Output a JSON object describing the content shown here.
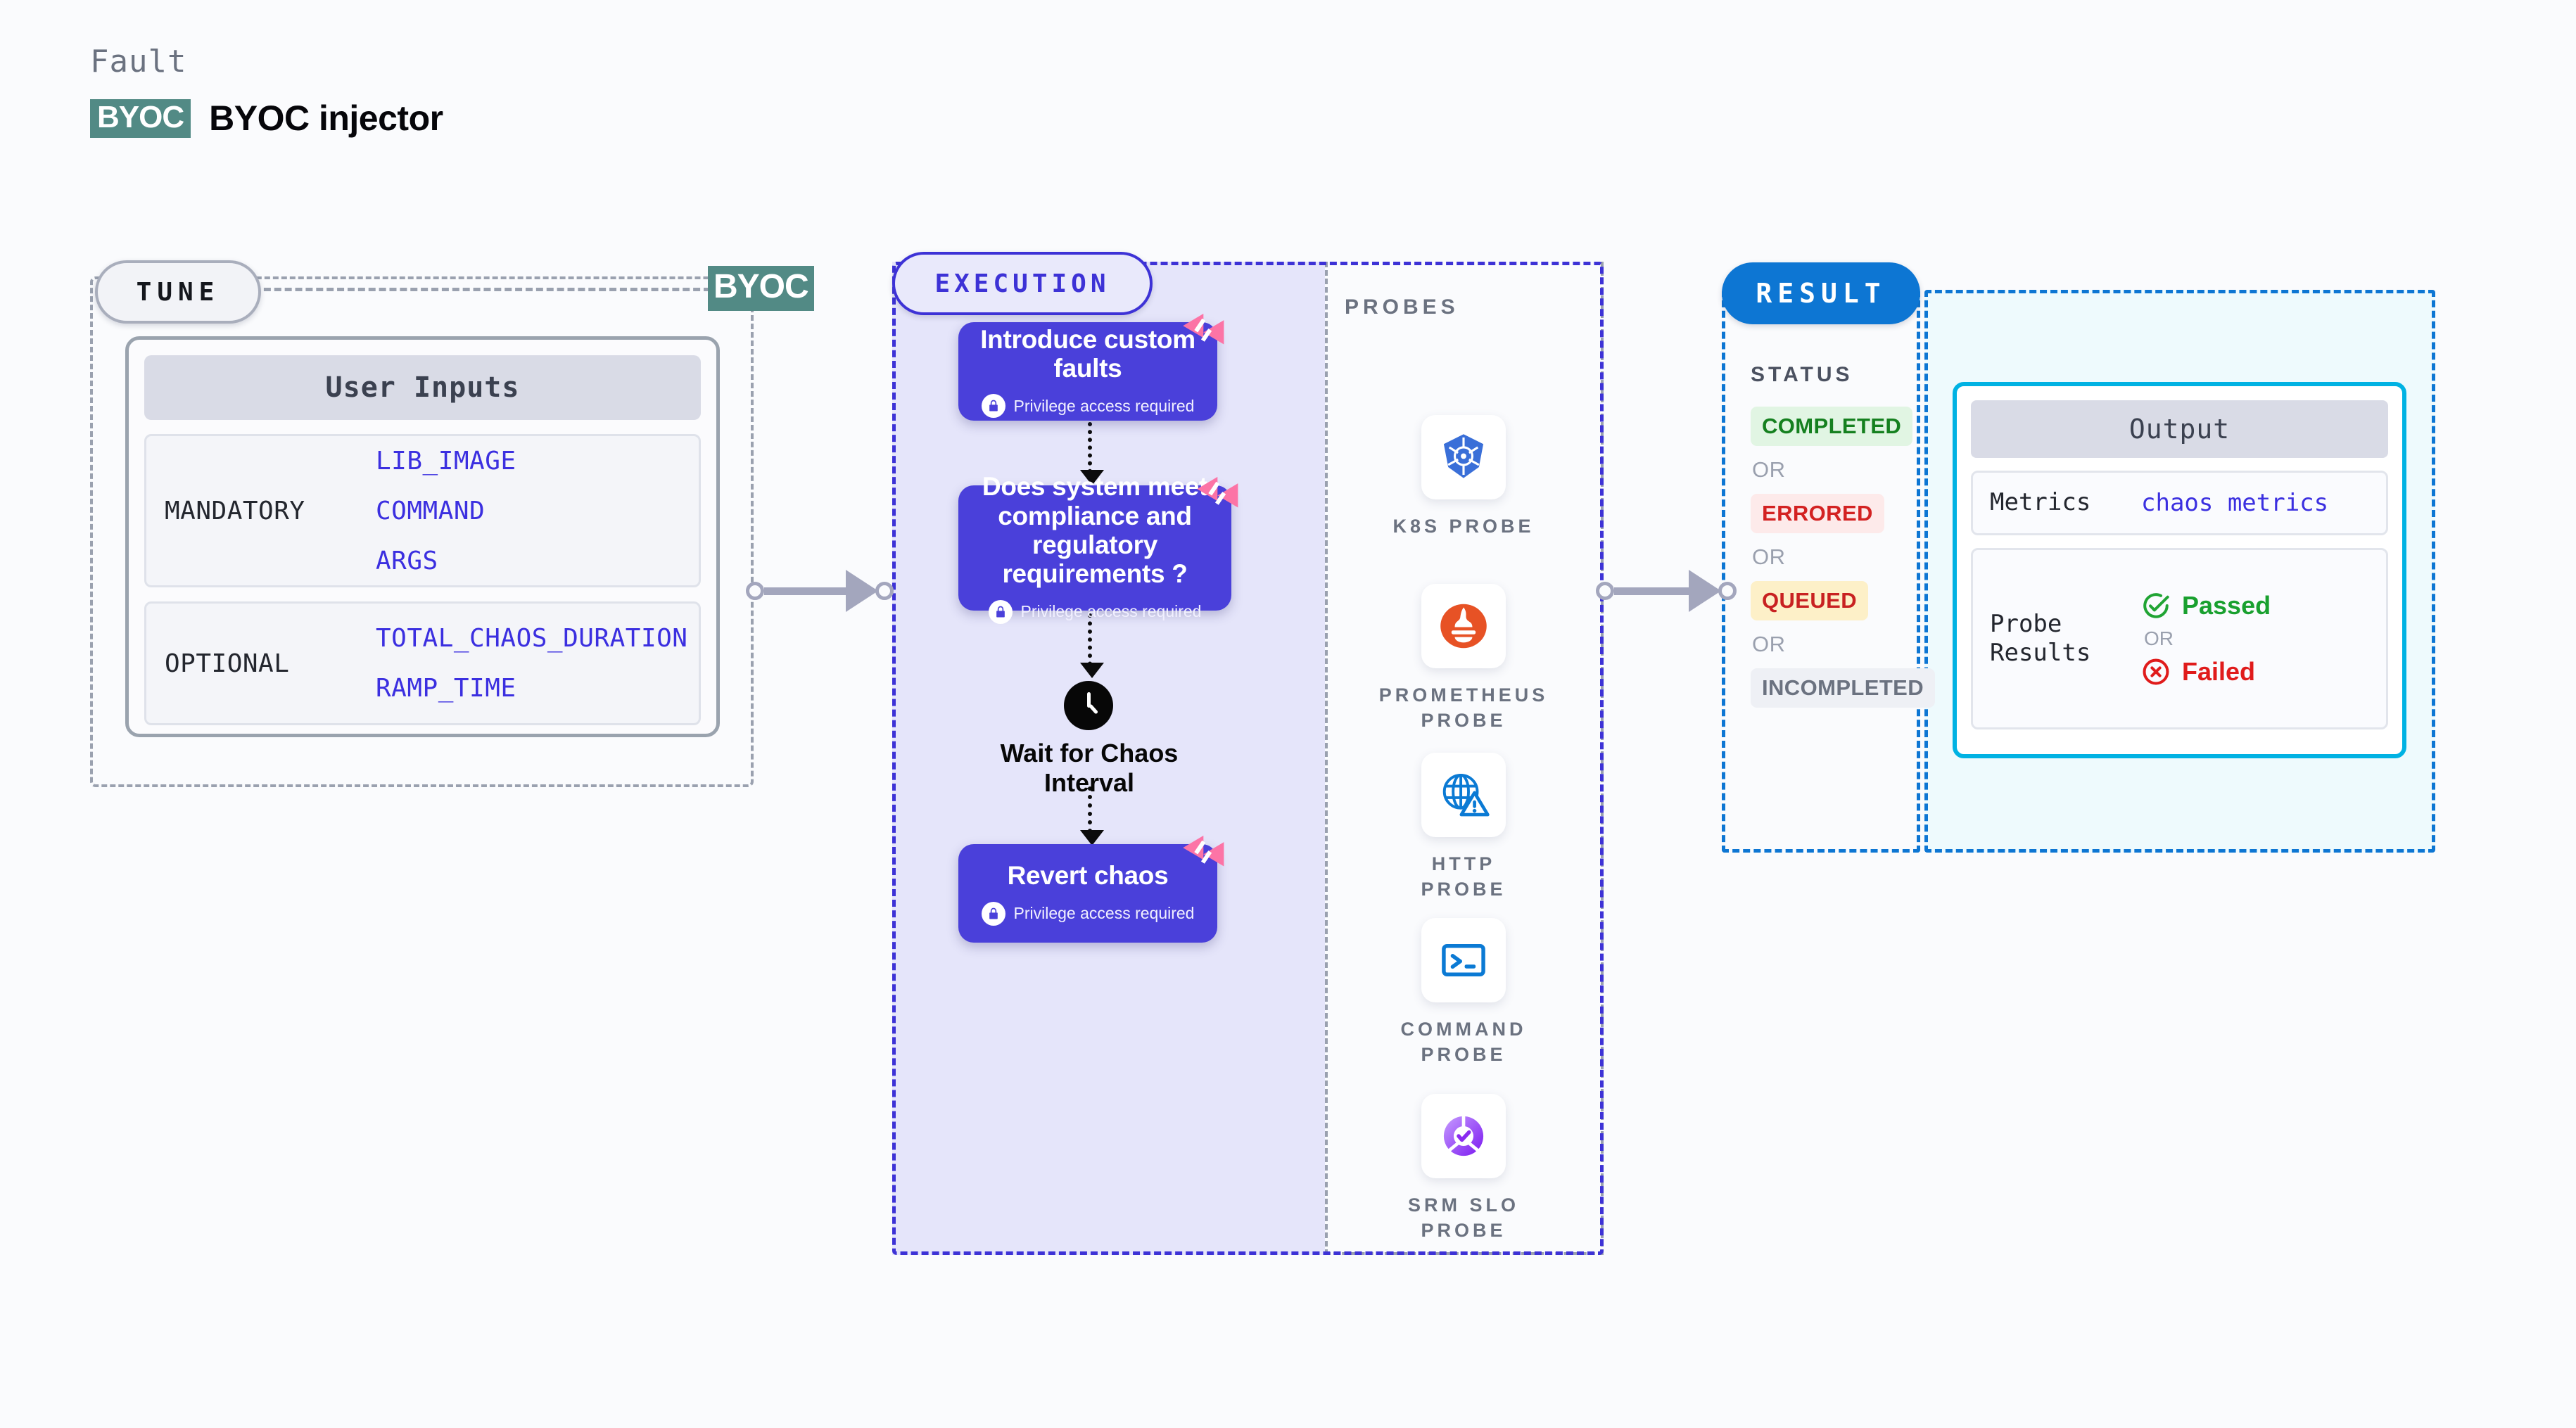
{
  "header": {
    "eyebrow": "Fault",
    "badge": "BYOC",
    "title": "BYOC injector"
  },
  "tune": {
    "pill_label": "TUNE",
    "side_tag": "BYOC",
    "card_title": "User Inputs",
    "groups": [
      {
        "key": "MANDATORY",
        "values": [
          "LIB_IMAGE",
          "COMMAND",
          "ARGS"
        ]
      },
      {
        "key": "OPTIONAL",
        "values": [
          "TOTAL_CHAOS_DURATION",
          "RAMP_TIME"
        ]
      }
    ]
  },
  "execution": {
    "pill_label": "EXECUTION",
    "privilege_note": "Privilege access required",
    "cards": [
      {
        "title": "Introduce custom faults",
        "privilege": true,
        "badge": "harness-logo-icon"
      },
      {
        "title": "Does system meet compliance and regulatory requirements ?",
        "privilege": true,
        "badge": "harness-logo-icon"
      }
    ],
    "wait_step": {
      "icon": "clock-icon",
      "label": "Wait for Chaos Interval"
    },
    "revert_card": {
      "title": "Revert chaos",
      "privilege": true,
      "badge": "harness-logo-icon"
    }
  },
  "probes": {
    "section_label": "PROBES",
    "items": [
      {
        "name": "K8S PROBE",
        "icon": "kubernetes-icon"
      },
      {
        "name": "PROMETHEUS PROBE",
        "icon": "prometheus-icon"
      },
      {
        "name": "HTTP PROBE",
        "icon": "globe-warning-icon"
      },
      {
        "name": "COMMAND PROBE",
        "icon": "terminal-icon"
      },
      {
        "name": "SRM SLO PROBE",
        "icon": "slo-donut-icon"
      }
    ]
  },
  "result": {
    "pill_label": "RESULT",
    "status_label": "STATUS",
    "or_label": "OR",
    "statuses": [
      {
        "label": "COMPLETED",
        "bg": "#e1f5e3",
        "fg": "#15801f"
      },
      {
        "label": "ERRORED",
        "bg": "#fdeaea",
        "fg": "#d32222"
      },
      {
        "label": "QUEUED",
        "bg": "#fdf0c8",
        "fg": "#c82121"
      },
      {
        "label": "INCOMPLETED",
        "bg": "#eef0f5",
        "fg": "#6b7280"
      }
    ],
    "output": {
      "title": "Output",
      "metrics_key": "Metrics",
      "metrics_value": "chaos metrics",
      "probe_results_key": "Probe Results",
      "passed_label": "Passed",
      "failed_label": "Failed",
      "or_label": "OR"
    }
  },
  "colors": {
    "accent_purple": "#4a40da",
    "accent_blue": "#0d76d3",
    "accent_cyan": "#00b2e3",
    "teal_badge": "#528a85",
    "pink_badge": "#fc74a6",
    "exec_fill": "#e5e5fa",
    "result_fill": "#eefafd"
  }
}
